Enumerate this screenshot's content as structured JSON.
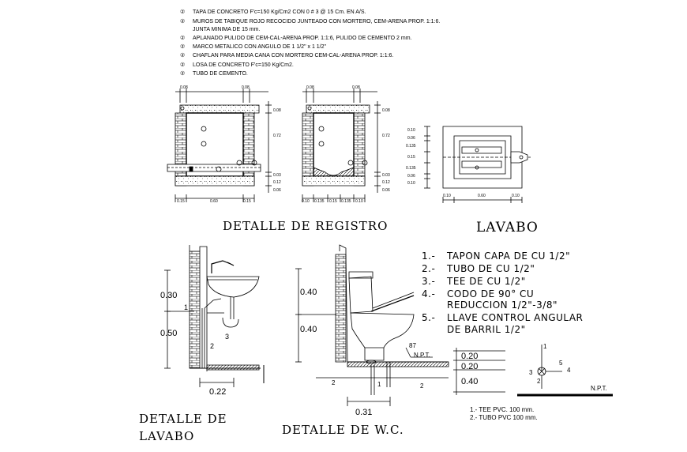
{
  "notes": [
    {
      "num": "②",
      "text": "TAPA DE CONCRETO F'c=150 Kg/Cm2 CON 0 # 3 @ 15 Cm. EN A/S."
    },
    {
      "num": "②",
      "text": "MUROS DE TABIQUE ROJO RECOCIDO JUNTEADO CON MORTERO, CEM-ARENA PROP. 1:1:6."
    },
    {
      "num": "",
      "text": "JUNTA MINIMA DE 15 mm."
    },
    {
      "num": "②",
      "text": "APLANADO PULIDO DE CEM-CAL-ARENA PROP. 1:1:6, PULIDO DE CEMENTO 2 mm."
    },
    {
      "num": "②",
      "text": "MARCO METALICO CON ANGULO DE 1 1/2\" x 1 1/2\""
    },
    {
      "num": "②",
      "text": "CHAFLAN PARA MEDIA CANA CON MORTERO CEM-CAL-ARENA PROP. 1:1:6."
    },
    {
      "num": "②",
      "text": "LOSA DE CONCRETO F'c=150 Kg/Cm2."
    },
    {
      "num": "②",
      "text": "TUBO DE CEMENTO."
    }
  ],
  "registro": {
    "title": "DETALLE DE REGISTRO",
    "left": {
      "top_dims": [
        "0.08",
        "0.08"
      ],
      "right_dims": [
        "0.08",
        "0.72",
        "0.03",
        "0.12",
        "0.06"
      ],
      "bottom_dims": [
        "0.15",
        "0.60",
        "0.15"
      ]
    },
    "right": {
      "top_dims": [
        "0.08",
        "0.08"
      ],
      "right_dims": [
        "0.08",
        "0.72",
        "0.03",
        "0.12",
        "0.06"
      ],
      "bottom_dims": [
        "0.10",
        "0.135",
        "0.15",
        "0.135",
        "0.10"
      ]
    }
  },
  "lavabo_plan": {
    "title": "LAVABO",
    "left_dims": [
      "0.10",
      "0.06",
      "0.135",
      "0.15",
      "0.135",
      "0.06",
      "0.10"
    ],
    "bottom_dims": [
      "0.10",
      "0.60",
      "0.10"
    ]
  },
  "detalle_lavabo": {
    "title_line1": "DETALLE DE",
    "title_line2": "LAVABO",
    "dims_vertical": [
      "0.30",
      "0.50"
    ],
    "dim_bottom": "0.22",
    "marks": [
      "1",
      "2",
      "3"
    ]
  },
  "detalle_wc": {
    "title": "DETALLE DE W.C.",
    "dims_vertical": [
      "0.40",
      "0.40"
    ],
    "dim_bottom": "0.31",
    "label_npt": "N.P.T.",
    "label_87": "87",
    "marks": [
      "2",
      "2",
      "1"
    ]
  },
  "legend": [
    {
      "num": "1.-",
      "text": "TAPON CAPA DE CU 1/2\""
    },
    {
      "num": "2.-",
      "text": "TUBO DE CU 1/2\""
    },
    {
      "num": "3.-",
      "text": "TEE DE CU 1/2\""
    },
    {
      "num": "4.-",
      "text": "CODO DE 90° CU"
    },
    {
      "num": "",
      "text": "REDUCCION 1/2\"-3/8\""
    },
    {
      "num": "5.-",
      "text": "LLAVE CONTROL ANGULAR"
    },
    {
      "num": "",
      "text": "DE BARRIL 1/2\""
    }
  ],
  "pvc_detail": {
    "dims": [
      "0.20",
      "0.20",
      "0.40"
    ],
    "marks": [
      "1",
      "2",
      "3",
      "4",
      "5"
    ],
    "label_npt": "N.P.T.",
    "notes": [
      "1.- TEE PVC. 100 mm.",
      "2.- TUBO PVC 100 mm."
    ]
  }
}
